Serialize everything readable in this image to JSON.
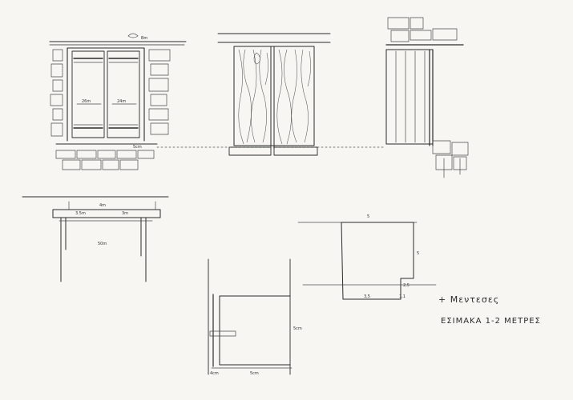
{
  "sheet": {
    "note_line_1": "+ Μεντεσες",
    "note_line_2": "ΕΣΙΜΑΚΑ 1-2 ΜΕΤΡΕΣ"
  },
  "drawing_1": {
    "label_top": "Bm",
    "label_left": "26m",
    "label_right": "24m",
    "label_bottom": "5cm"
  },
  "drawing_4": {
    "label_top": "4m",
    "label_left": "3.5m",
    "label_right": "3m",
    "label_bottom": "50m"
  },
  "drawing_5": {
    "label_top": "5",
    "label_right": "5",
    "label_notch": "2,5",
    "label_bottom_left": "3,5",
    "label_bottom_right": "1,1"
  },
  "drawing_6": {
    "label_right": "5cm",
    "label_bottom_left": "4cm",
    "label_bottom": "5cm"
  }
}
